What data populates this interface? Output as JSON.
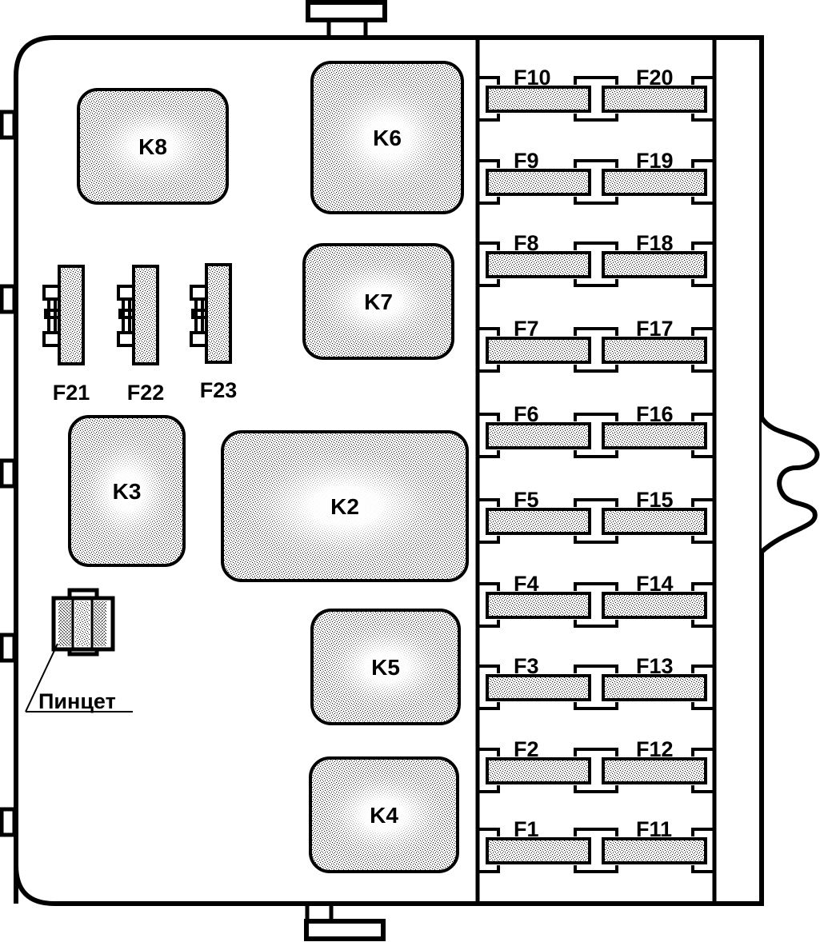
{
  "colors": {
    "line": "#000000",
    "background": "#ffffff",
    "fill_speckle": "#d8d8d8"
  },
  "relays": [
    {
      "id": "K8",
      "label": "K8"
    },
    {
      "id": "K6",
      "label": "K6"
    },
    {
      "id": "K7",
      "label": "K7"
    },
    {
      "id": "K3",
      "label": "K3"
    },
    {
      "id": "K2",
      "label": "K2"
    },
    {
      "id": "K5",
      "label": "K5"
    },
    {
      "id": "K4",
      "label": "K4"
    }
  ],
  "fuses_left_column": [
    "F10",
    "F9",
    "F8",
    "F7",
    "F6",
    "F5",
    "F4",
    "F3",
    "F2",
    "F1"
  ],
  "fuses_right_column": [
    "F20",
    "F19",
    "F18",
    "F17",
    "F16",
    "F15",
    "F14",
    "F13",
    "F12",
    "F11"
  ],
  "vertical_fuses": [
    "F21",
    "F22",
    "F23"
  ],
  "tweezers": {
    "label": "Пинцет"
  }
}
